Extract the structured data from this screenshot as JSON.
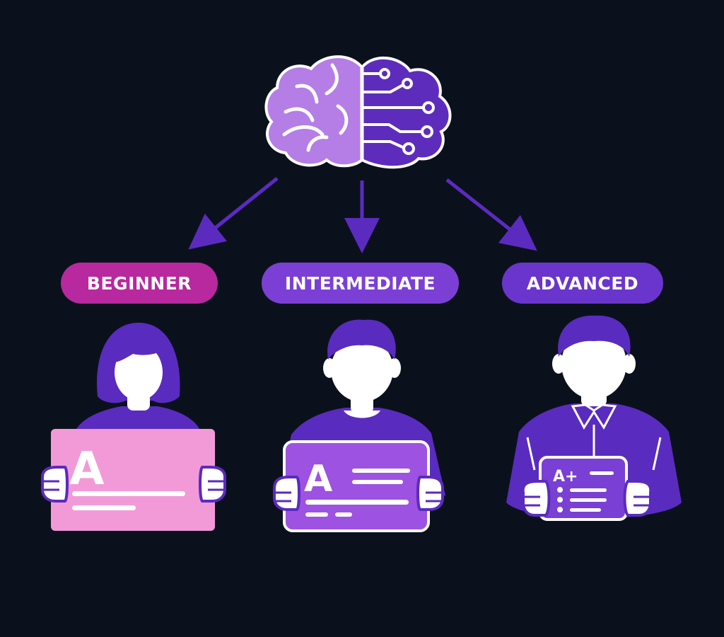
{
  "colors": {
    "background": "#0b111c",
    "beginner": "#b8289e",
    "intermediate": "#7c3fd6",
    "advanced": "#6a35cc",
    "arrow": "#5b2bc0",
    "brain_left": "#b57de6",
    "brain_right": "#5e2cbc"
  },
  "levels": [
    {
      "label": "BEGINNER",
      "card_grade": "A",
      "card_color": "#f29ad8"
    },
    {
      "label": "INTERMEDIATE",
      "card_grade": "A",
      "card_color": "#9d52e2"
    },
    {
      "label": "ADVANCED",
      "card_grade": "A+",
      "card_color": "#7a3fd4"
    }
  ],
  "icons": [
    "brain-circuit-icon",
    "arrow-icon",
    "person-icon"
  ]
}
